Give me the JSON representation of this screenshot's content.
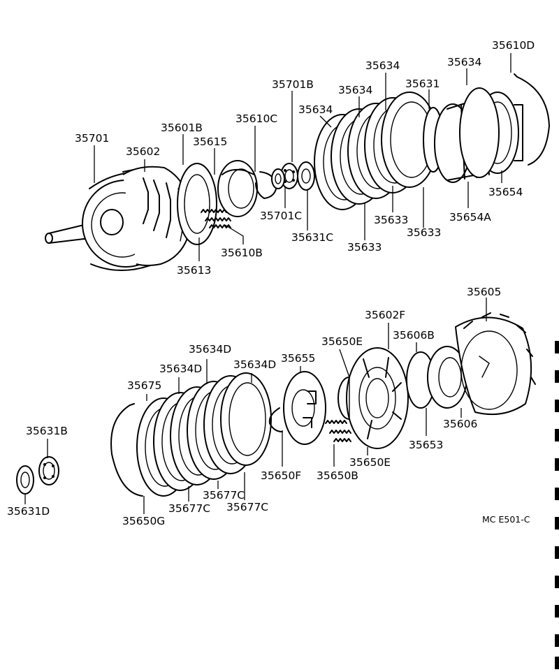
{
  "diagram": {
    "code": "MC  E501-C",
    "labels": {
      "p35701": "35701",
      "p35602": "35602",
      "p35601B": "35601B",
      "p35615": "35615",
      "p35610C": "35610C",
      "p35701B": "35701B",
      "p35634_a": "35634",
      "p35634_b": "35634",
      "p35634_c": "35634",
      "p35634_d": "35634",
      "p35631": "35631",
      "p35610D": "35610D",
      "p35654": "35654",
      "p35654A": "35654A",
      "p35633_a": "35633",
      "p35633_b": "35633",
      "p35633_c": "35633",
      "p35631C": "35631C",
      "p35701C": "35701C",
      "p35610B": "35610B",
      "p35613": "35613",
      "p35605": "35605",
      "p35602F": "35602F",
      "p35606B": "35606B",
      "p35650E_a": "35650E",
      "p35655": "35655",
      "p35634D_a": "35634D",
      "p35634D_b": "35634D",
      "p35634D_c": "35634D",
      "p35675": "35675",
      "p35631B": "35631B",
      "p35631D": "35631D",
      "p35650G": "35650G",
      "p35677C_a": "35677C",
      "p35677C_b": "35677C",
      "p35677C_c": "35677C",
      "p35650F": "35650F",
      "p35650B": "35650B",
      "p35650E_b": "35650E",
      "p35653": "35653",
      "p35606": "35606"
    }
  }
}
